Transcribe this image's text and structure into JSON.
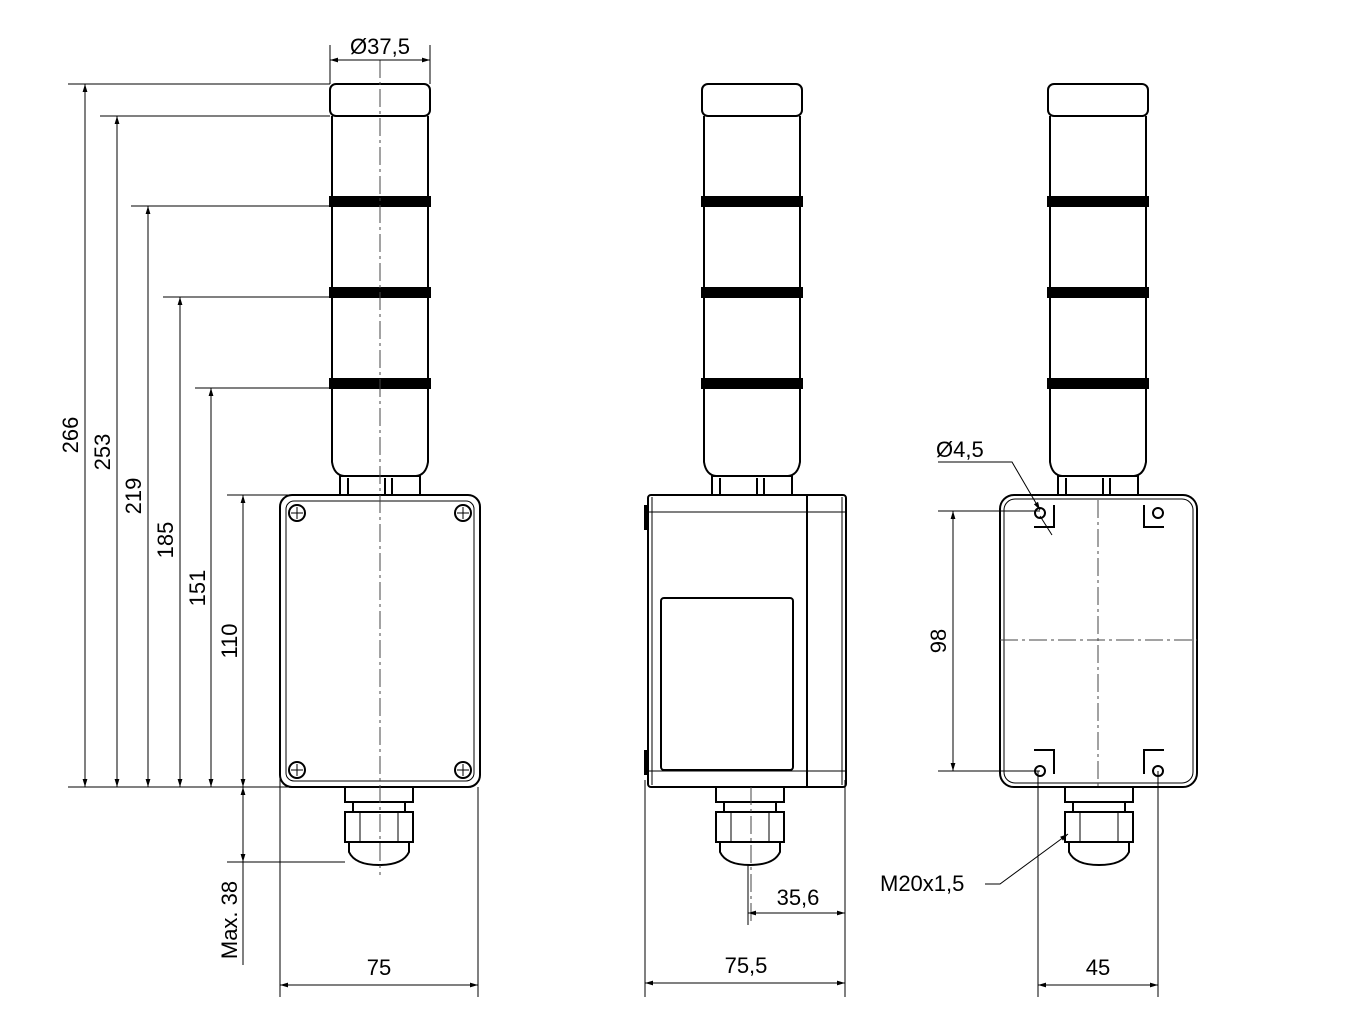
{
  "dimensions": {
    "tower_diameter": "Ø37,5",
    "h266": "266",
    "h253": "253",
    "h219": "219",
    "h185": "185",
    "h151": "151",
    "h110": "110",
    "max38": "Max. 38",
    "width_front": "75",
    "width_side": "75,5",
    "gland_offset": "35,6",
    "hole_diameter": "Ø4,5",
    "hole_spacing_vertical": "98",
    "hole_spacing_horizontal": "45",
    "gland_thread": "M20x1,5"
  }
}
